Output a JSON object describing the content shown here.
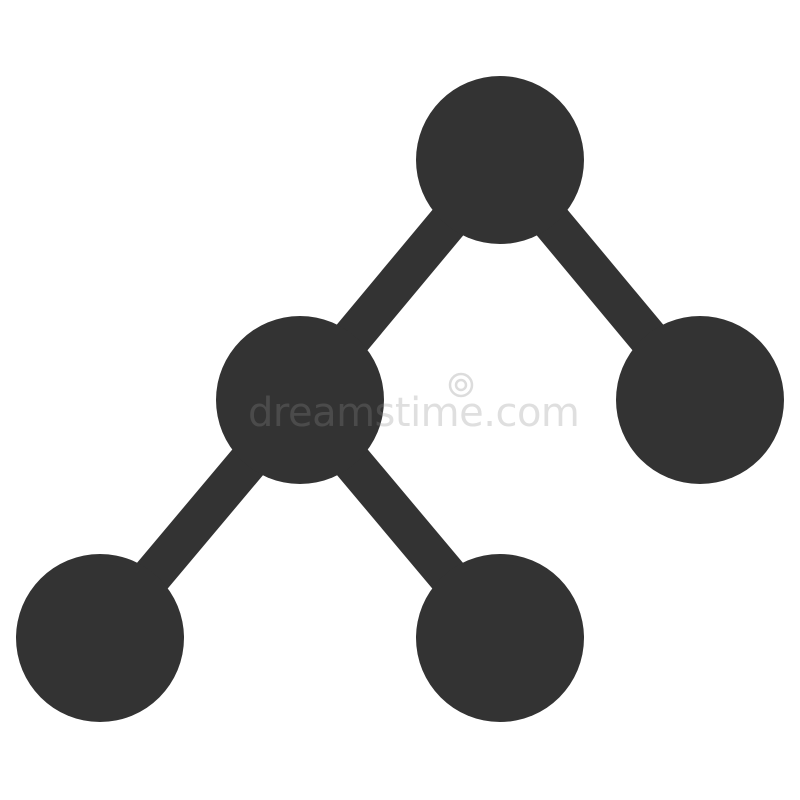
{
  "icon": {
    "name": "hierarchy-tree-icon",
    "color": "#333333",
    "nodes": [
      {
        "id": "root"
      },
      {
        "id": "middle"
      },
      {
        "id": "right"
      },
      {
        "id": "bottom-left"
      },
      {
        "id": "bottom-center"
      }
    ],
    "edges": [
      {
        "from": "root",
        "to": "middle"
      },
      {
        "from": "root",
        "to": "right"
      },
      {
        "from": "middle",
        "to": "bottom-left"
      },
      {
        "from": "middle",
        "to": "bottom-center"
      }
    ]
  },
  "watermark": {
    "text": "dreamstime.com",
    "color": "#8c8c8c"
  }
}
